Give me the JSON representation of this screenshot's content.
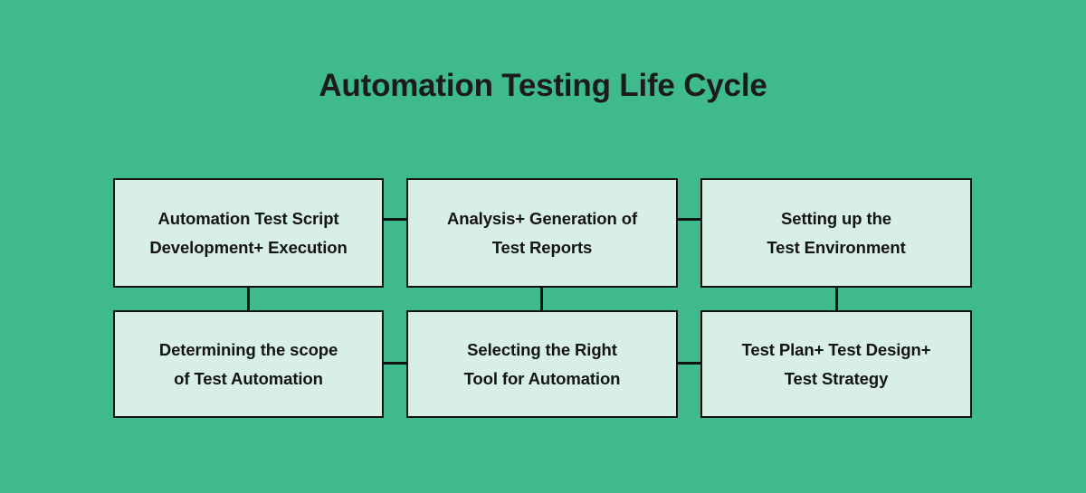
{
  "diagram": {
    "title": "Automation Testing Life Cycle",
    "background_color": "#3FBA8C",
    "box_fill_color": "#D7EFE5",
    "box_border_color": "#121212",
    "text_color": "#141414",
    "boxes": [
      {
        "id": "box-1",
        "row": 1,
        "column": 1,
        "line1": "Automation Test Script",
        "line2": "Development+ Execution",
        "text": "Automation Test Script\nDevelopment+ Execution"
      },
      {
        "id": "box-2",
        "row": 1,
        "column": 2,
        "line1": "Analysis+ Generation of",
        "line2": "Test Reports",
        "text": "Analysis+ Generation of\nTest Reports"
      },
      {
        "id": "box-3",
        "row": 1,
        "column": 3,
        "line1": "Setting up the",
        "line2": "Test Environment",
        "text": "Setting up the\nTest Environment"
      },
      {
        "id": "box-4",
        "row": 2,
        "column": 1,
        "line1": "Determining the scope",
        "line2": "of Test Automation",
        "text": "Determining the scope\nof Test Automation"
      },
      {
        "id": "box-5",
        "row": 2,
        "column": 2,
        "line1": "Selecting the Right",
        "line2": "Tool for Automation",
        "text": "Selecting the Right\nTool for Automation"
      },
      {
        "id": "box-6",
        "row": 2,
        "column": 3,
        "line1": "Test Plan+ Test Design+",
        "line2": "Test Strategy",
        "text": "Test Plan+ Test Design+\nTest Strategy"
      }
    ],
    "connectors": [
      {
        "id": "connector-box1-box2",
        "orientation": "horizontal"
      },
      {
        "id": "connector-box2-box3",
        "orientation": "horizontal"
      },
      {
        "id": "connector-box4-box5",
        "orientation": "horizontal"
      },
      {
        "id": "connector-box5-box6",
        "orientation": "horizontal"
      },
      {
        "id": "connector-box1-box4",
        "orientation": "vertical"
      },
      {
        "id": "connector-box2-box5",
        "orientation": "vertical"
      },
      {
        "id": "connector-box3-box6",
        "orientation": "vertical"
      }
    ]
  }
}
